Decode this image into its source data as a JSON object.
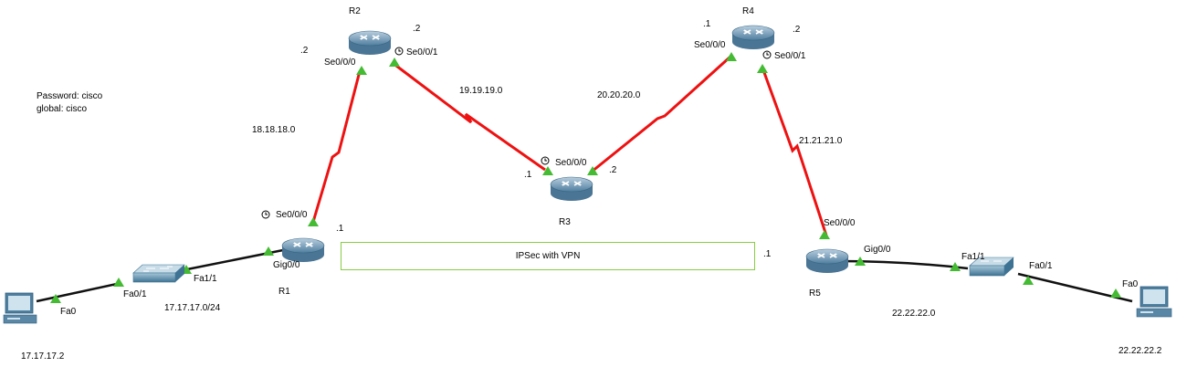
{
  "notes": {
    "password": "Password: cisco",
    "global": "global: cisco"
  },
  "vpn_label": "IPSec with VPN",
  "devices": {
    "r1": "R1",
    "r2": "R2",
    "r3": "R3",
    "r4": "R4",
    "r5": "R5"
  },
  "networks": {
    "n18": "18.18.18.0",
    "n19": "19.19.19.0",
    "n20": "20.20.20.0",
    "n21": "21.21.21.0",
    "n17": "17.17.17.0/24",
    "n22": "22.22.22.0"
  },
  "hosts": {
    "pc1_ip": "17.17.17.2",
    "pc2_ip": "22.22.22.2"
  },
  "ports": {
    "r2_se000": "Se0/0/0",
    "r2_se001": "Se0/0/1",
    "r2_left_addr": ".2",
    "r2_right_addr": ".2",
    "r4_se000": "Se0/0/0",
    "r4_se001": "Se0/0/1",
    "r4_left_addr": ".1",
    "r4_right_addr": ".2",
    "r3_se000": "Se0/0/0",
    "r3_left_addr": ".1",
    "r3_right_addr": ".2",
    "r1_se000": "Se0/0/0",
    "r1_addr": ".1",
    "r1_gig": "Gig0/0",
    "r5_se000": "Se0/0/0",
    "r5_gig": "Gig0/0",
    "r5_addr": ".1",
    "sw1_fa01": "Fa0/1",
    "sw1_fa11": "Fa1/1",
    "pc1_fa0": "Fa0",
    "sw2_fa11": "Fa1/1",
    "sw2_fa01": "Fa0/1",
    "pc2_fa0": "Fa0"
  },
  "colors": {
    "serial_link": "#ee1111",
    "ethernet_link": "#111111",
    "port_up": "#44bb33",
    "vpn_box_border": "#88cc44",
    "router_body": "#5d8aa8"
  }
}
